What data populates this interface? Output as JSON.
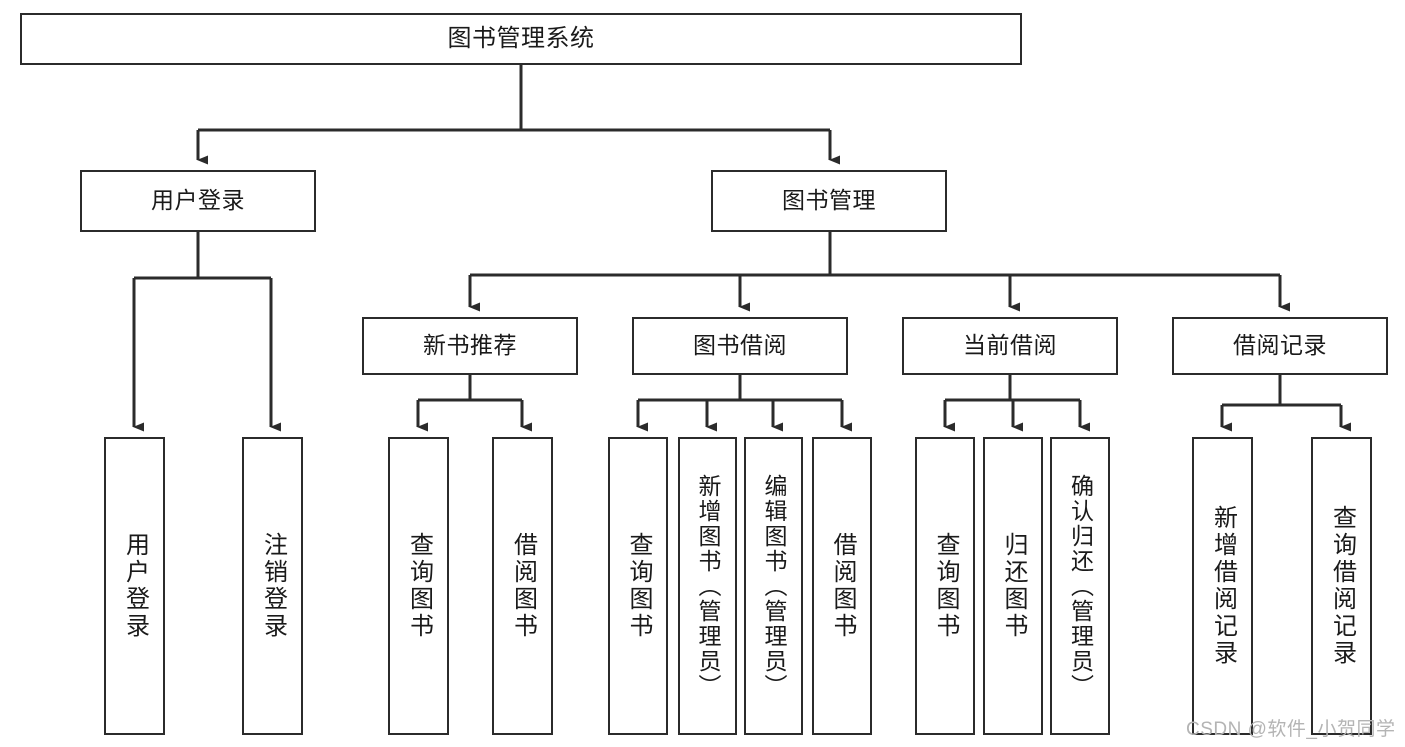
{
  "diagram": {
    "title": "图书管理系统",
    "watermark": "CSDN @软件_小贺同学",
    "stroke_color": "#2b2b2b",
    "fill_color": "#ffffff",
    "text_color": "#1a1a1a",
    "watermark_color": "#b4b4b4"
  },
  "nodes": {
    "root": "图书管理系统",
    "user_login": "用户登录",
    "book_manage": "图书管理",
    "new_book_rec": "新书推荐",
    "book_borrow": "图书借阅",
    "current_borrow": "当前借阅",
    "borrow_record": "借阅记录",
    "leaf_user_login": "用户登录",
    "leaf_logout": "注销登录",
    "leaf_query_book_1": "查询图书",
    "leaf_borrow_book_1": "借阅图书",
    "leaf_query_book_2": "查询图书",
    "leaf_add_book_admin": "新增图书（管理员）",
    "leaf_edit_book_admin": "编辑图书（管理员）",
    "leaf_borrow_book_2": "借阅图书",
    "leaf_query_book_3": "查询图书",
    "leaf_return_book": "归还图书",
    "leaf_confirm_return_admin": "确认归还（管理员）",
    "leaf_add_record": "新增借阅记录",
    "leaf_query_record": "查询借阅记录"
  },
  "tree": {
    "level1": [
      "图书管理系统"
    ],
    "level2": [
      "用户登录",
      "图书管理"
    ],
    "level3": [
      "新书推荐",
      "图书借阅",
      "当前借阅",
      "借阅记录"
    ],
    "leaves_under_user_login": [
      "用户登录",
      "注销登录"
    ],
    "leaves_under_new_book_rec": [
      "查询图书",
      "借阅图书"
    ],
    "leaves_under_book_borrow": [
      "查询图书",
      "新增图书（管理员）",
      "编辑图书（管理员）",
      "借阅图书"
    ],
    "leaves_under_current_borrow": [
      "查询图书",
      "归还图书",
      "确认归还（管理员）"
    ],
    "leaves_under_borrow_record": [
      "新增借阅记录",
      "查询借阅记录"
    ]
  }
}
